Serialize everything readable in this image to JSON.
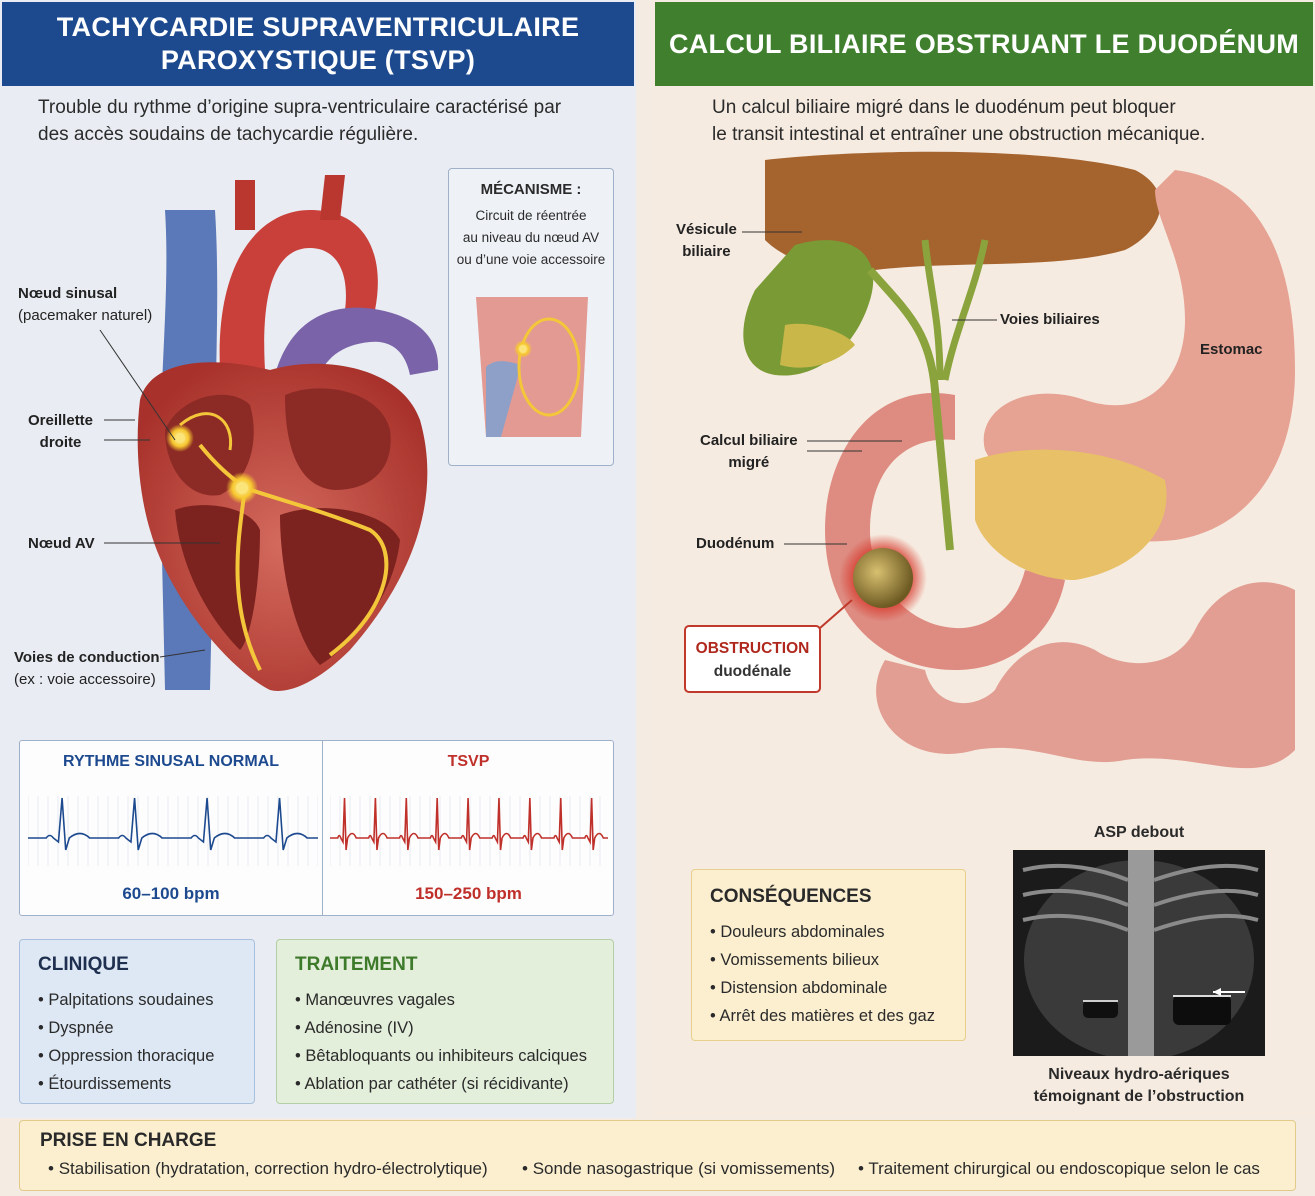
{
  "left": {
    "title": "TACHYCARDIE SUPRAVENTRICULAIRE PAROXYSTIQUE (TSVP)",
    "intro_line1": "Trouble du rythme d’origine supra-ventriculaire caractérisé par",
    "intro_line2": "des accès soudains de tachycardie régulière.",
    "labels": {
      "sinus_node_1": "Nœud sinusal",
      "sinus_node_2": "(pacemaker naturel)",
      "right_atrium_1": "Oreillette",
      "right_atrium_2": "droite",
      "av_node": "Nœud AV",
      "conduction_1": "Voies de conduction",
      "conduction_2": "(ex : voie accessoire)"
    },
    "mechanism": {
      "title": "MÉCANISME :",
      "line1": "Circuit de réentrée",
      "line2": "au niveau du nœud AV",
      "line3": "ou d’une voie accessoire"
    },
    "ecg": {
      "normal_title": "RYTHME SINUSAL NORMAL",
      "normal_bpm": "60–100 bpm",
      "tsvp_title": "TSVP",
      "tsvp_bpm": "150–250 bpm",
      "normal_color": "#1d4a8f",
      "tsvp_color": "#c0302a"
    },
    "clinique": {
      "title": "CLINIQUE",
      "items": [
        "Palpitations soudaines",
        "Dyspnée",
        "Oppression thoracique",
        "Étourdissements"
      ]
    },
    "traitement": {
      "title": "TRAITEMENT",
      "items": [
        "Manœuvres vagales",
        "Adénosine (IV)",
        "Bêtabloquants ou inhibiteurs calciques",
        "Ablation par cathéter (si récidivante)"
      ]
    }
  },
  "right": {
    "title": "CALCUL BILIAIRE OBSTRUANT LE DUODÉNUM",
    "intro_line1": "Un calcul biliaire migré dans le duodénum peut bloquer",
    "intro_line2": "le transit intestinal et entraîner une obstruction mécanique.",
    "labels": {
      "gallbladder_1": "Vésicule",
      "gallbladder_2": "biliaire",
      "bile_ducts": "Voies biliaires",
      "stomach": "Estomac",
      "stone_1": "Calcul biliaire",
      "stone_2": "migré",
      "duodenum": "Duodénum"
    },
    "obstruction_1": "OBSTRUCTION",
    "obstruction_2": "duodénale",
    "consequences": {
      "title": "CONSÉQUENCES",
      "items": [
        "Douleurs abdominales",
        "Vomissements bilieux",
        "Distension abdominale",
        "Arrêt des matières et des gaz"
      ]
    },
    "xray_title": "ASP debout",
    "xray_caption_1": "Niveaux hydro-aériques",
    "xray_caption_2": "témoignant de l’obstruction"
  },
  "management": {
    "title": "PRISE EN CHARGE",
    "items": [
      "Stabilisation (hydratation, correction hydro-électrolytique)",
      "Sonde nasogastrique (si vomissements)",
      "Traitement chirurgical ou endoscopique selon le cas"
    ]
  }
}
